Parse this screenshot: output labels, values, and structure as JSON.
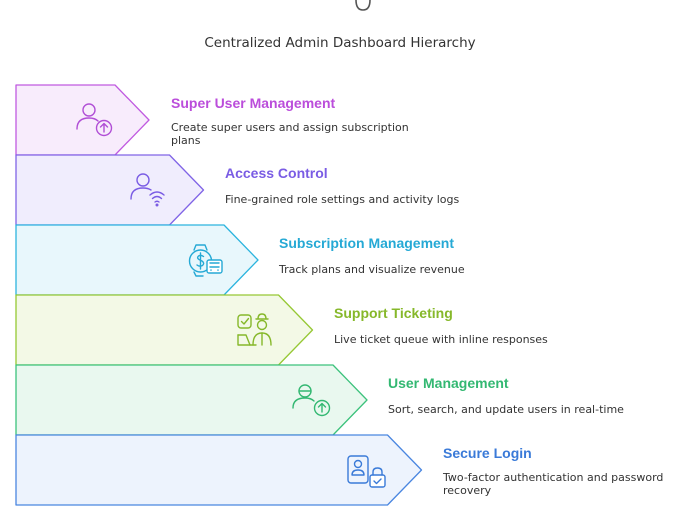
{
  "title": "Centralized Admin Dashboard Hierarchy",
  "levels": [
    {
      "title": "Super User Management",
      "description": "Create super users and assign subscription plans",
      "icon": "user-upload-icon",
      "fill": "#f8ecfc",
      "stroke": "#c05ae0",
      "title_color": "#bb4ddb"
    },
    {
      "title": "Access Control",
      "description": "Fine-grained role settings and activity logs",
      "icon": "user-wifi-icon",
      "fill": "#f0edfd",
      "stroke": "#8064e6",
      "title_color": "#7a5ce4"
    },
    {
      "title": "Subscription Management",
      "description": "Track plans and visualize revenue",
      "icon": "dollar-watch-icon",
      "fill": "#e8f7fc",
      "stroke": "#2cb4de",
      "title_color": "#25a9d5"
    },
    {
      "title": "Support Ticketing",
      "description": "Live ticket queue with inline responses",
      "icon": "support-agent-icon",
      "fill": "#f3f9e6",
      "stroke": "#96c834",
      "title_color": "#86b82a"
    },
    {
      "title": "User Management",
      "description": "Sort, search, and update users in real-time",
      "icon": "user-update-icon",
      "fill": "#e9f8ef",
      "stroke": "#3cc27c",
      "title_color": "#33b872"
    },
    {
      "title": "Secure Login",
      "description": "Two-factor authentication and password recovery",
      "icon": "secure-login-icon",
      "fill": "#edf3fd",
      "stroke": "#4a86e0",
      "title_color": "#3a7ad8"
    }
  ]
}
